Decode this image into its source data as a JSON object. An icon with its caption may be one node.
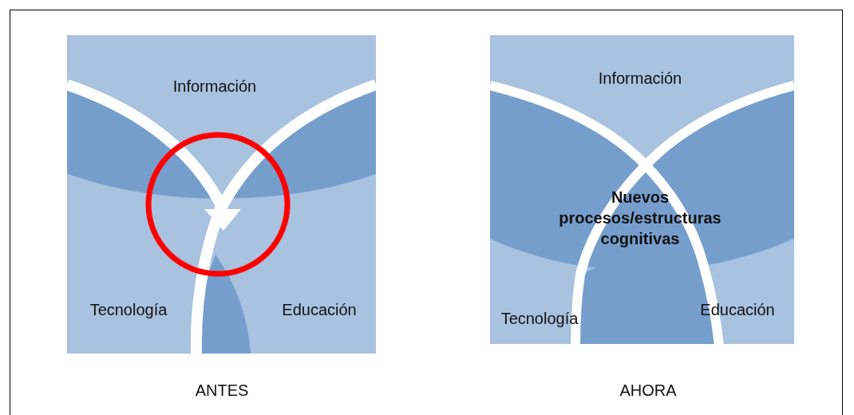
{
  "diagram": {
    "nodes": [
      {
        "text": [
          "Información",
          "Tecnología",
          "Educación"
        ],
        "beside": [
          "ANTES"
        ]
      },
      {
        "text": [
          "Información",
          "Nuevos procesos/estructuras cognitivas",
          "Tecnología",
          "Educación"
        ],
        "beside": [
          "AHORA"
        ]
      }
    ]
  }
}
